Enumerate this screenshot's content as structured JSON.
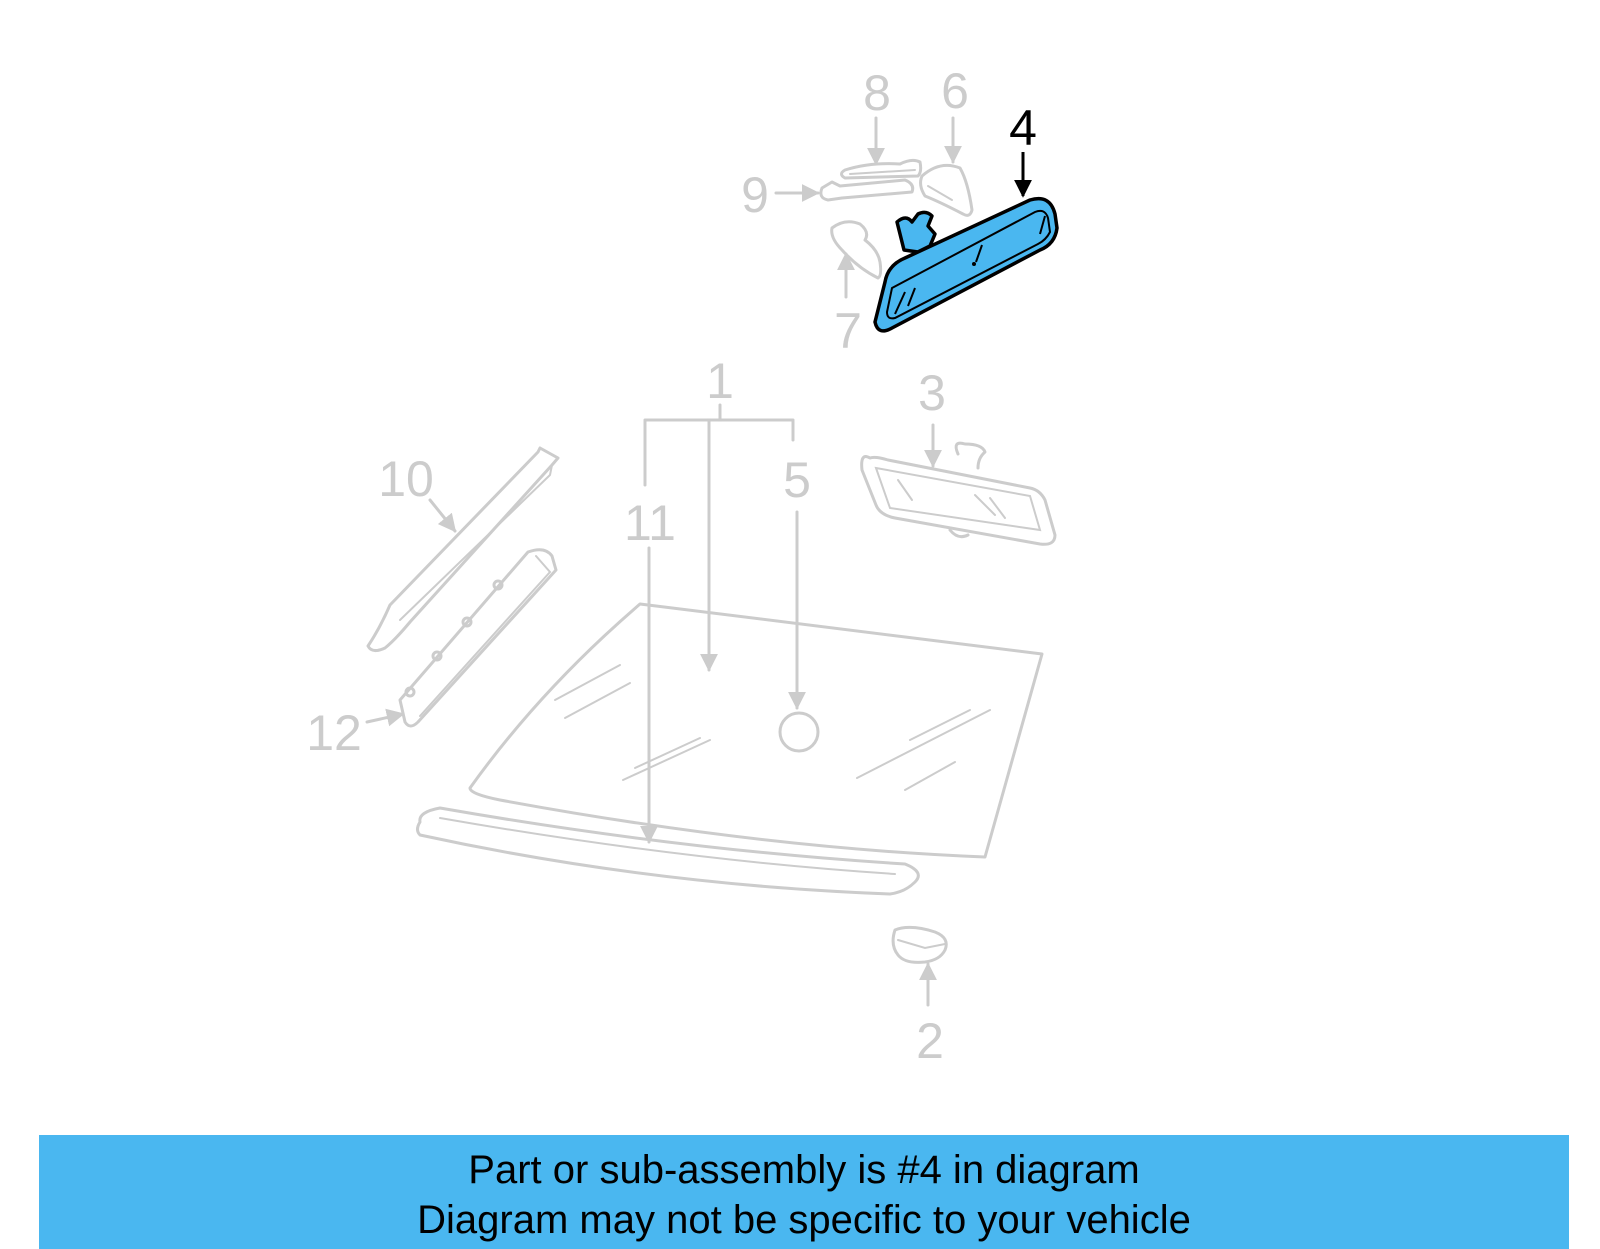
{
  "colors": {
    "ghost": "#cccccc",
    "highlight_fill": "#4ab7f0",
    "highlight_stroke": "#000000",
    "banner_bg": "#4ab7f0",
    "banner_text": "#000000"
  },
  "highlighted_part": "4",
  "callouts": [
    {
      "id": "1",
      "label": "1"
    },
    {
      "id": "2",
      "label": "2"
    },
    {
      "id": "3",
      "label": "3"
    },
    {
      "id": "4",
      "label": "4"
    },
    {
      "id": "5",
      "label": "5"
    },
    {
      "id": "6",
      "label": "6"
    },
    {
      "id": "7",
      "label": "7"
    },
    {
      "id": "8",
      "label": "8"
    },
    {
      "id": "9",
      "label": "9"
    },
    {
      "id": "10",
      "label": "10"
    },
    {
      "id": "11",
      "label": "11"
    },
    {
      "id": "12",
      "label": "12"
    }
  ],
  "banner": {
    "line1": "Part or sub-assembly is #4 in diagram",
    "line2": "Diagram may not be specific to your vehicle"
  }
}
